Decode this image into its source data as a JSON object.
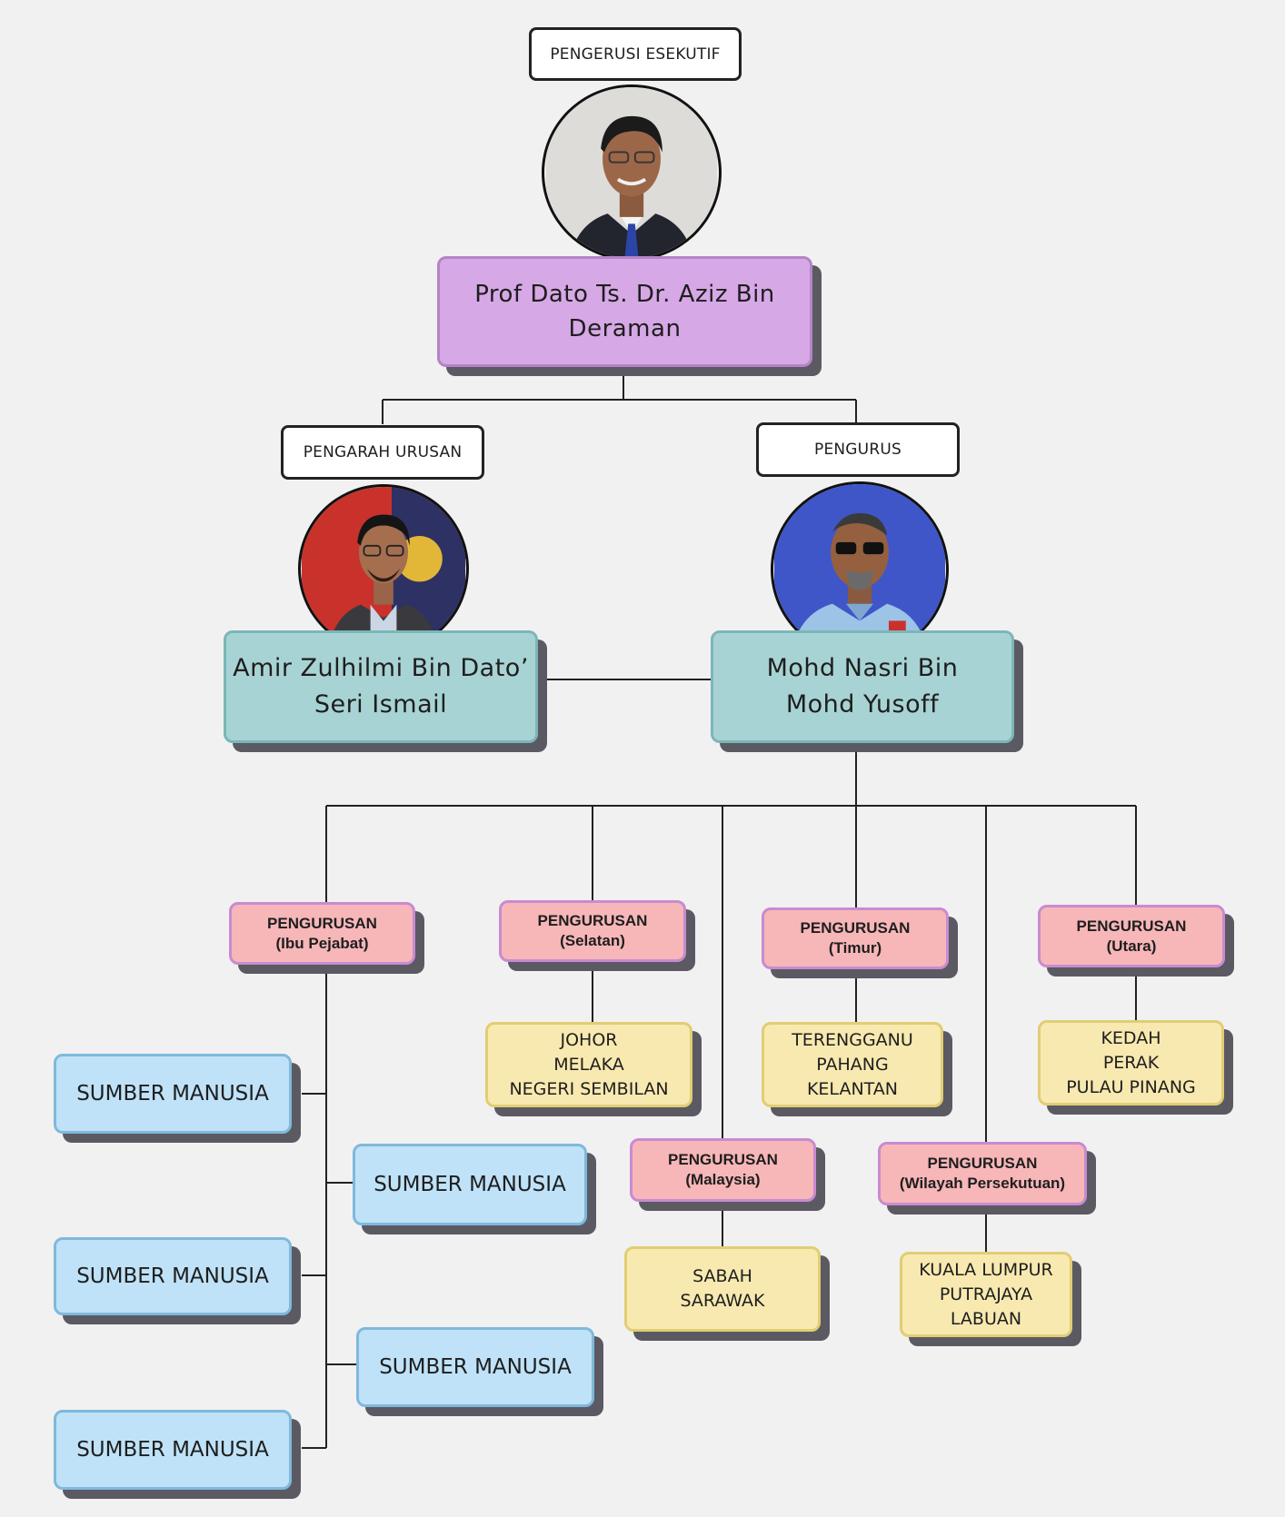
{
  "top": {
    "role_label": "PENGERUSI ESEKUTIF",
    "name": "Prof Dato Ts. Dr. Aziz Bin Deraman"
  },
  "left": {
    "role_label": "PENGARAH URUSAN",
    "name": "Amir Zulhilmi Bin Dato’ Seri Ismail"
  },
  "right": {
    "role_label": "PENGURUS",
    "name": "Mohd Nasri Bin Mohd Yusoff"
  },
  "departments": {
    "ibu_pejabat": {
      "title": "PENGURUSAN",
      "sub": "(Ibu Pejabat)"
    },
    "selatan": {
      "title": "PENGURUSAN",
      "sub": "(Selatan)",
      "states": [
        "JOHOR",
        "MELAKA",
        "NEGERI SEMBILAN"
      ]
    },
    "timur": {
      "title": "PENGURUSAN",
      "sub": "(Timur)",
      "states": [
        "TERENGGANU",
        "PAHANG",
        "KELANTAN"
      ]
    },
    "utara": {
      "title": "PENGURUSAN",
      "sub": "(Utara)",
      "states": [
        "KEDAH",
        "PERAK",
        "PULAU PINANG"
      ]
    },
    "malaysia": {
      "title": "PENGURUSAN",
      "sub": "(Malaysia)",
      "states": [
        "SABAH",
        "SARAWAK"
      ]
    },
    "wilayah": {
      "title": "PENGURUSAN",
      "sub": "(Wilayah Persekutuan)",
      "states": [
        "KUALA LUMPUR",
        "PUTRAJAYA",
        "LABUAN"
      ]
    }
  },
  "hr_units": [
    "SUMBER MANUSIA",
    "SUMBER MANUSIA",
    "SUMBER MANUSIA",
    "SUMBER MANUSIA",
    "SUMBER MANUSIA"
  ]
}
